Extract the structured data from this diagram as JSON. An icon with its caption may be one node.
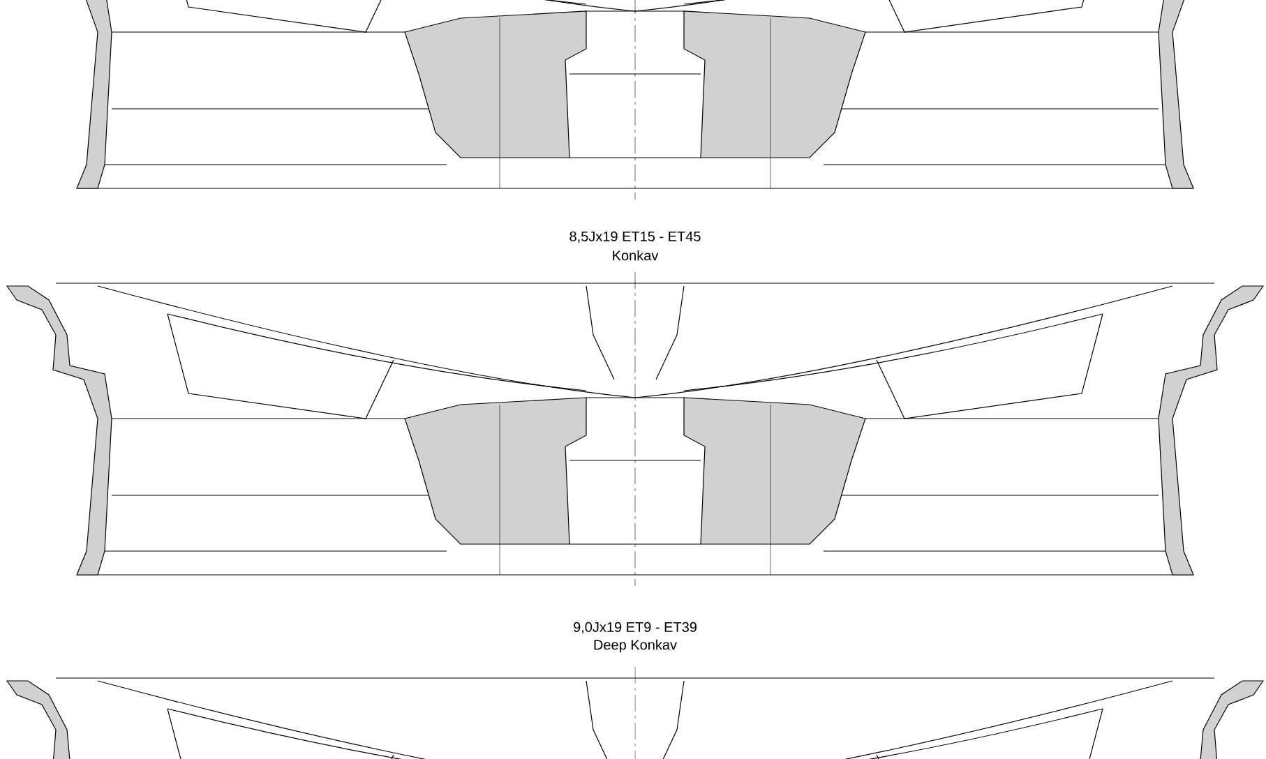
{
  "diagram": {
    "labels": [
      "8,5Jx19 ET15 - ET45",
      "Konkav",
      "9,0Jx19 ET9 - ET39",
      "Deep Konkav"
    ]
  }
}
